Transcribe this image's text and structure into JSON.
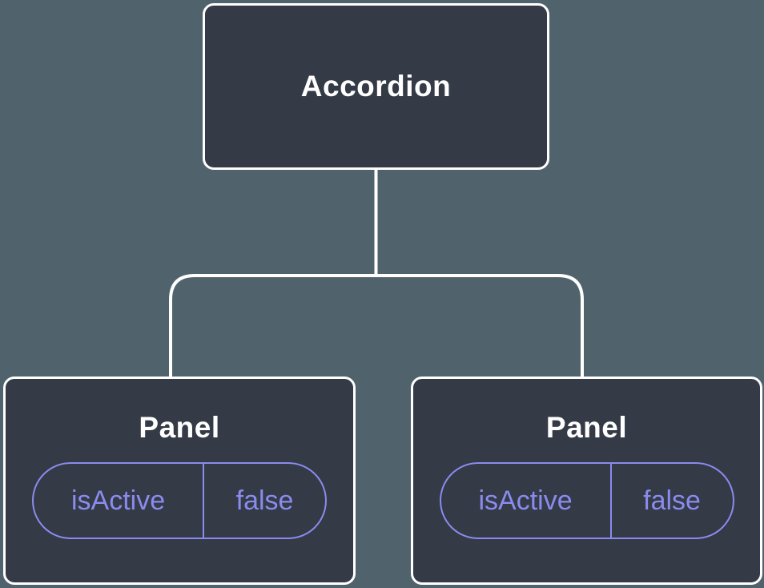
{
  "diagram": {
    "description": "Component tree: Accordion root with two Panel children, each holding state",
    "colors": {
      "background": "#50636D",
      "node_fill": "#343A46",
      "node_border": "#FFFFFF",
      "connector": "#FFFFFF",
      "accent": "#8A8BEE"
    },
    "nodes": {
      "root": {
        "label": "Accordion"
      },
      "panels": [
        {
          "title": "Panel",
          "state": {
            "key": "isActive",
            "value": "false"
          }
        },
        {
          "title": "Panel",
          "state": {
            "key": "isActive",
            "value": "false"
          }
        }
      ]
    }
  }
}
